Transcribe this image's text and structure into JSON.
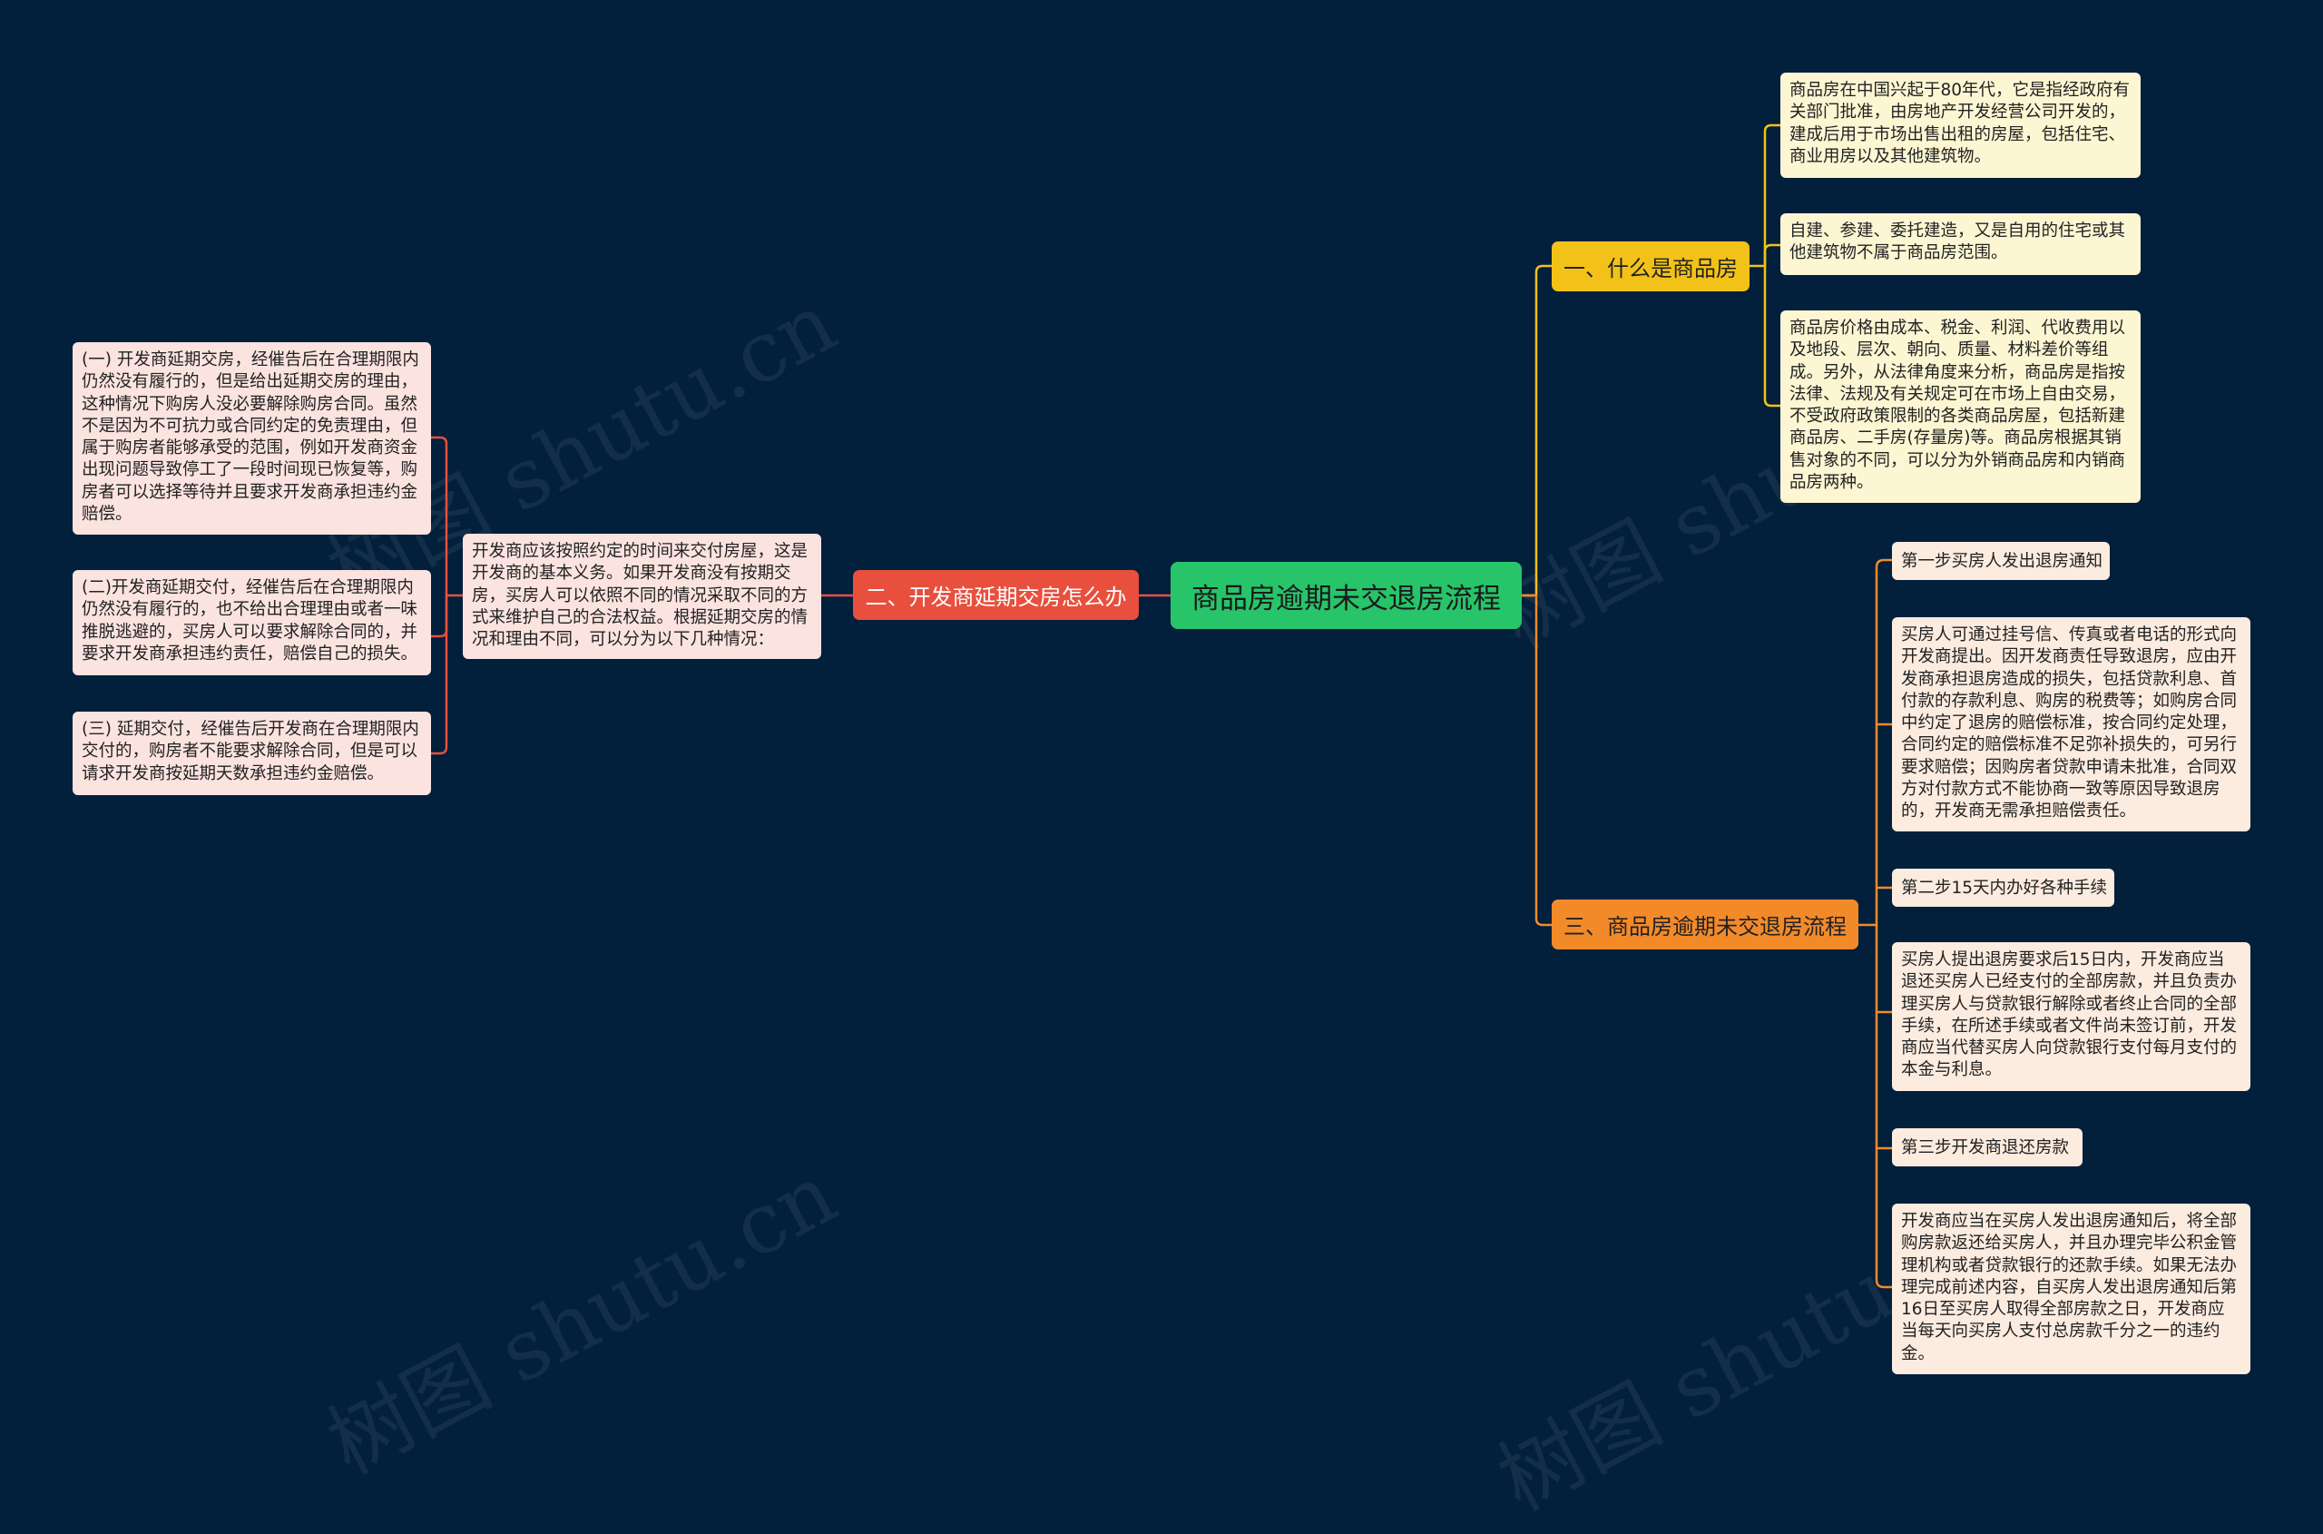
{
  "watermark": "树图 shutu.cn",
  "colors": {
    "background": "#021f3c",
    "central": "#27c46a",
    "branch1": "#f3c218",
    "branch2": "#e84f3d",
    "branch3": "#f28a2a"
  },
  "central": {
    "label": "商品房逾期未交退房流程"
  },
  "branch1": {
    "label": "一、什么是商品房",
    "leaves": [
      "商品房在中国兴起于80年代，它是指经政府有关部门批准，由房地产开发经营公司开发的，建成后用于市场出售出租的房屋，包括住宅、商业用房以及其他建筑物。",
      "自建、参建、委托建造，又是自用的住宅或其他建筑物不属于商品房范围。",
      "商品房价格由成本、税金、利润、代收费用以及地段、层次、朝向、质量、材料差价等组成。另外，从法律角度来分析，商品房是指按法律、法规及有关规定可在市场上自由交易，不受政府政策限制的各类商品房屋，包括新建商品房、二手房(存量房)等。商品房根据其销售对象的不同，可以分为外销商品房和内销商品房两种。"
    ]
  },
  "branch2": {
    "label": "二、开发商延期交房怎么办",
    "middle": "开发商应该按照约定的时间来交付房屋，这是开发商的基本义务。如果开发商没有按期交房，买房人可以依照不同的情况采取不同的方式来维护自己的合法权益。根据延期交房的情况和理由不同，可以分为以下几种情况：",
    "leaves": [
      "(一) 开发商延期交房，经催告后在合理期限内仍然没有履行的，但是给出延期交房的理由，这种情况下购房人没必要解除购房合同。虽然不是因为不可抗力或合同约定的免责理由，但属于购房者能够承受的范围，例如开发商资金出现问题导致停工了一段时间现已恢复等，购房者可以选择等待并且要求开发商承担违约金赔偿。",
      "(二)开发商延期交付，经催告后在合理期限内仍然没有履行的，也不给出合理理由或者一味推脱逃避的，买房人可以要求解除合同的，并要求开发商承担违约责任，赔偿自己的损失。",
      "(三) 延期交付，经催告后开发商在合理期限内交付的，购房者不能要求解除合同，但是可以请求开发商按延期天数承担违约金赔偿。"
    ]
  },
  "branch3": {
    "label": "三、商品房逾期未交退房流程",
    "items": [
      {
        "kind": "step",
        "text": "第一步买房人发出退房通知"
      },
      {
        "kind": "detail",
        "text": "买房人可通过挂号信、传真或者电话的形式向开发商提出。因开发商责任导致退房，应由开发商承担退房造成的损失，包括贷款利息、首付款的存款利息、购房的税费等；如购房合同中约定了退房的赔偿标准，按合同约定处理，合同约定的赔偿标准不足弥补损失的，可另行要求赔偿；因购房者贷款申请未批准，合同双方对付款方式不能协商一致等原因导致退房的，开发商无需承担赔偿责任。"
      },
      {
        "kind": "step",
        "text": "第二步15天内办好各种手续"
      },
      {
        "kind": "detail",
        "text": "买房人提出退房要求后15日内，开发商应当退还买房人已经支付的全部房款，并且负责办理买房人与贷款银行解除或者终止合同的全部手续，在所述手续或者文件尚未签订前，开发商应当代替买房人向贷款银行支付每月支付的本金与利息。"
      },
      {
        "kind": "step",
        "text": "第三步开发商退还房款"
      },
      {
        "kind": "detail",
        "text": "开发商应当在买房人发出退房通知后，将全部购房款返还给买房人，并且办理完毕公积金管理机构或者贷款银行的还款手续。如果无法办理完成前述内容，自买房人发出退房通知后第16日至买房人取得全部房款之日，开发商应当每天向买房人支付总房款千分之一的违约金。"
      }
    ]
  }
}
